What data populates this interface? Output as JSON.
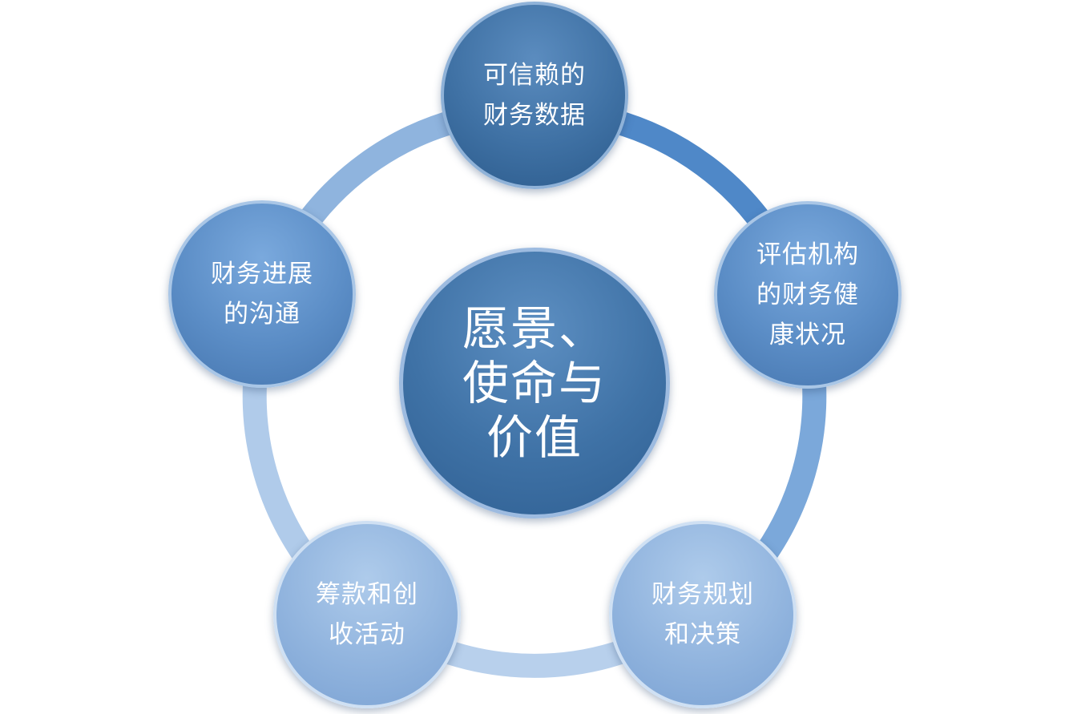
{
  "diagram": {
    "center_label": "愿景、\n使命与\n价值",
    "nodes": [
      {
        "label": "可信赖的\n财务数据"
      },
      {
        "label": "评估机构\n的财务健\n康状况"
      },
      {
        "label": "财务规划\n和决策"
      },
      {
        "label": "筹款和创\n收活动"
      },
      {
        "label": "财务进展\n的沟通"
      }
    ],
    "colors": {
      "ring_dark": "#4f88c8",
      "ring_light": "#b8d0ec",
      "node_dark": "#3f71a4",
      "node_medium": "#5b8dc6",
      "node_light": "#91b4de"
    }
  }
}
